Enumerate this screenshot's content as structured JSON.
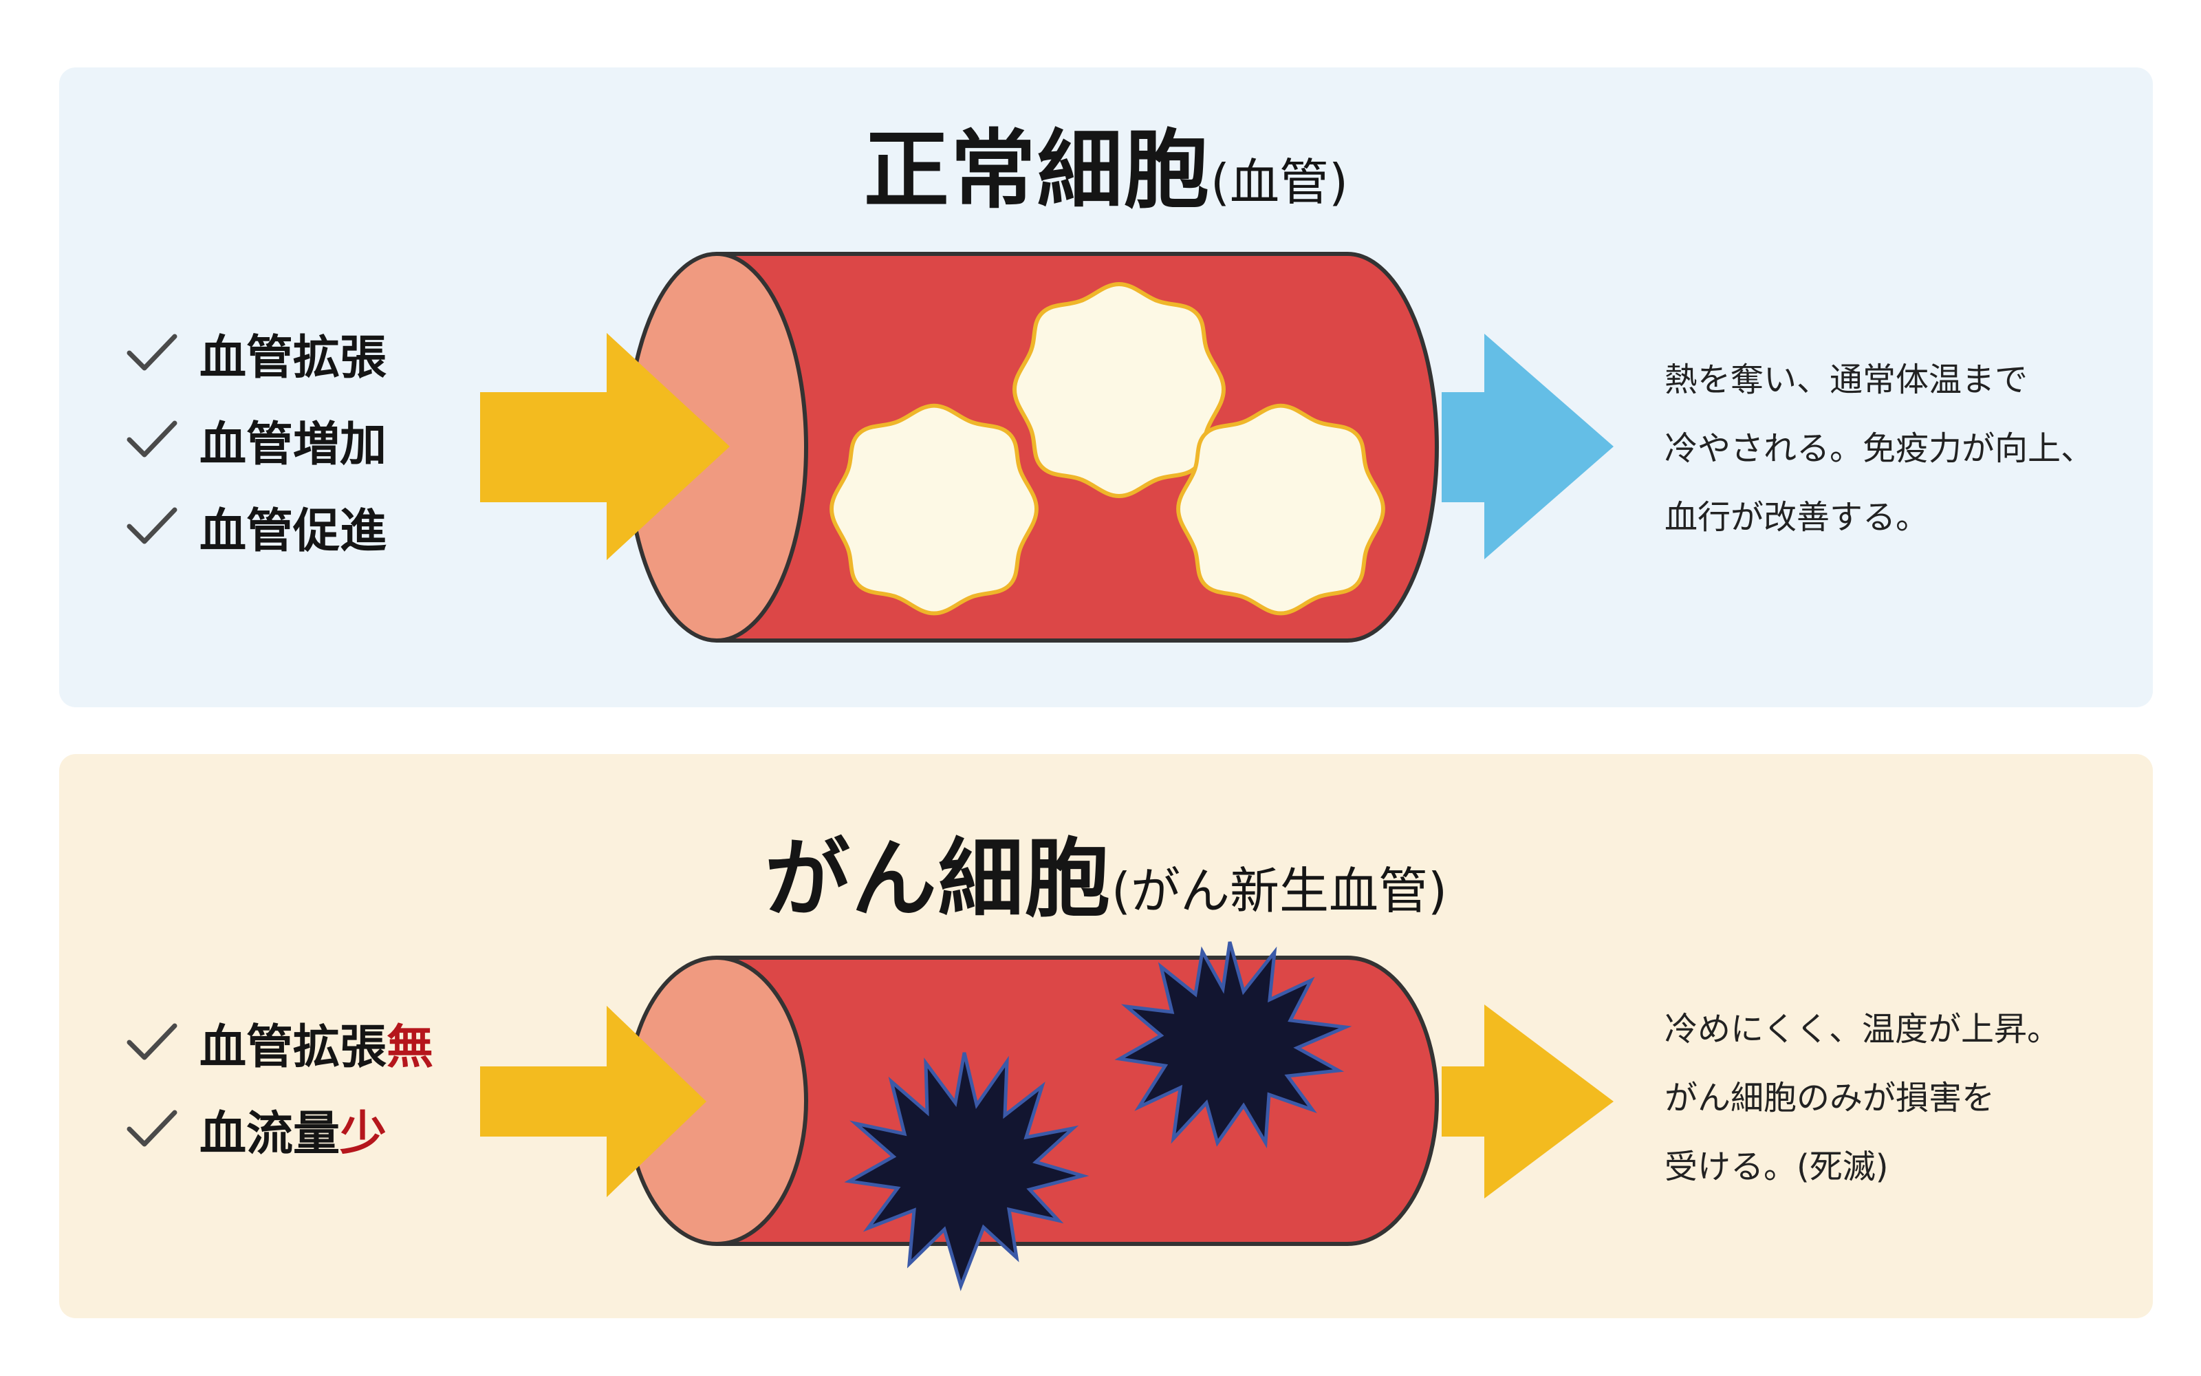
{
  "normal": {
    "title": "正常細胞",
    "subtitle": "(血管)",
    "checklist": [
      "血管拡張",
      "血管増加",
      "血管促進"
    ],
    "description": [
      "熱を奪い、通常体温まで",
      "冷やされる。免疫力が向上、",
      "血行が改善する。"
    ],
    "colors": {
      "background": "#ecf4fa",
      "vessel": "#dc4747",
      "vessel_end": "#f09a80",
      "cell_fill": "#fdf9e5",
      "cell_border": "#efb62a",
      "in_arrow": "#f3bb1f",
      "out_arrow": "#64bee6"
    },
    "icons": {
      "check": "check-icon",
      "cell": "healthy-cell-icon"
    }
  },
  "cancer": {
    "title": "がん細胞",
    "subtitle": "(がん新生血管)",
    "checklist": [
      {
        "text": "血管拡張",
        "accent": "無"
      },
      {
        "text": "血流量",
        "accent": "少"
      }
    ],
    "description": [
      "冷めにくく、温度が上昇。",
      "がん細胞のみが損害を",
      "受ける。(死滅)"
    ],
    "colors": {
      "background": "#fbf1dd",
      "vessel": "#dc4747",
      "vessel_end": "#f09a80",
      "cell_fill": "#121530",
      "cell_border": "#3b5aa8",
      "in_arrow": "#f3bb1f",
      "out_arrow": "#f3bb1f",
      "accent_text": "#b5161c"
    },
    "icons": {
      "check": "check-icon",
      "cell": "cancer-cell-icon"
    }
  }
}
